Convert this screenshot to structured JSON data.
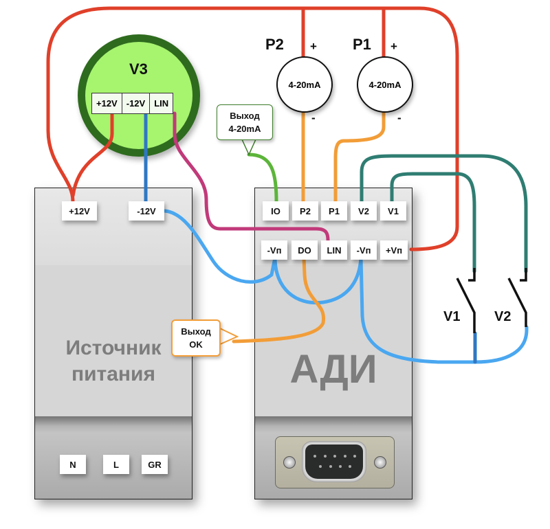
{
  "colors": {
    "red_wire": "#e0402a",
    "blue_wire": "#4aa7f0",
    "dark_blue_wire": "#2f78c4",
    "orange_wire": "#f29d38",
    "teal_wire": "#2f7d72",
    "magenta_wire": "#c13a7a",
    "green_wire": "#5cb53a",
    "v3_fill": "#a7f46f",
    "v3_ring": "#2e6b1e"
  },
  "power_supply": {
    "title_line1": "Источник",
    "title_line2": "питания",
    "top_terminals": [
      "+12V",
      "-12V"
    ],
    "bottom_terminals": [
      "N",
      "L",
      "GR"
    ]
  },
  "adi": {
    "title": "АДИ",
    "row1_terminals": [
      "IO",
      "P2",
      "P1",
      "V2",
      "V1"
    ],
    "row2_terminals": [
      "-Vп",
      "DO",
      "LIN",
      "-Vп",
      "+Vп"
    ],
    "connector": "DB9"
  },
  "v3": {
    "title": "V3",
    "terminals": [
      "+12V",
      "-12V",
      "LIN"
    ]
  },
  "sensors": [
    {
      "name": "P2",
      "type": "4-20mA",
      "plus": "+",
      "minus": "-"
    },
    {
      "name": "P1",
      "type": "4-20mA",
      "plus": "+",
      "minus": "-"
    }
  ],
  "switches": [
    {
      "name": "V1"
    },
    {
      "name": "V2"
    }
  ],
  "callouts": {
    "output_current_line1": "Выход",
    "output_current_line2": "4-20mA",
    "output_ok_line1": "Выход",
    "output_ok_line2": "OK"
  }
}
